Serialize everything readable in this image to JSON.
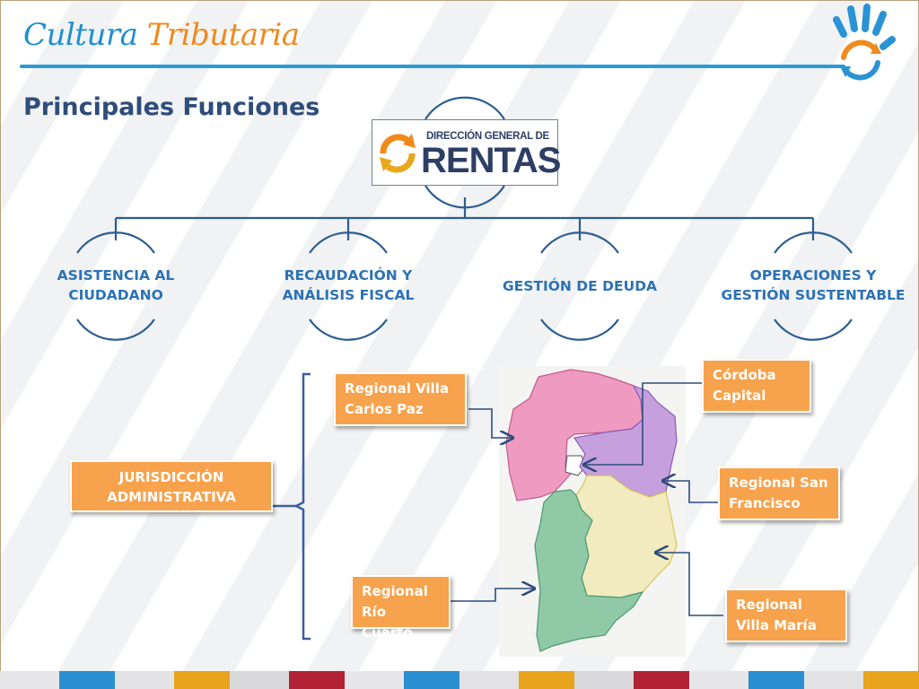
{
  "header": {
    "title_word1": "Cultura",
    "title_word2": "Tributaria",
    "subtitle": "Principales Funciones"
  },
  "logo": {
    "line1": "DIRECCIÓN GENERAL DE",
    "line2": "RENTAS"
  },
  "org": {
    "functions": [
      {
        "line1": "ASISTENCIA AL",
        "line2": "CIUDADANO"
      },
      {
        "line1": "RECAUDACIÓN Y",
        "line2": "ANÁLISIS FISCAL"
      },
      {
        "line1": "GESTIÓN DE DEUDA",
        "line2": ""
      },
      {
        "line1": "OPERACIONES Y",
        "line2": "GESTIÓN SUSTENTABLE"
      }
    ]
  },
  "jurisdiction": {
    "line1": "JURISDICCIÓN",
    "line2": "ADMINISTRATIVA"
  },
  "regions": {
    "villa_carlos_paz": {
      "line1": "Regional Villa",
      "line2": "Carlos Paz"
    },
    "rio_cuarto": {
      "line1": "Regional",
      "line2": "Río Cuarto"
    },
    "cordoba_capital": {
      "line1": "Córdoba",
      "line2": "Capital"
    },
    "san_francisco": {
      "line1": "Regional San",
      "line2": "Francisco"
    },
    "villa_maria": {
      "line1": "Regional",
      "line2": "Villa María"
    }
  },
  "colors": {
    "accent_blue": "#2c72b5",
    "title_blue": "#1f8fd0",
    "title_orange": "#f08a1c",
    "box_orange": "#f7a24c",
    "region_pink": "#ef9ac0",
    "region_purple": "#c6a0dd",
    "region_green": "#8fc9a6",
    "region_cream": "#f2ebc0"
  },
  "icons": {
    "hand_logo": "hand-recycle-icon",
    "rentas_arrows": "recycle-arrows-icon"
  }
}
